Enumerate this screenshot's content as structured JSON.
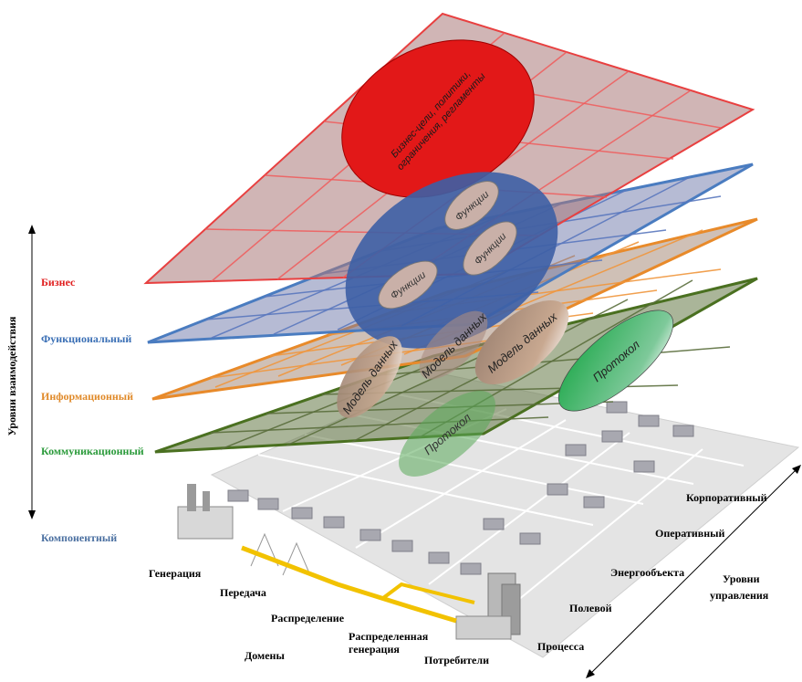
{
  "interop_axis": {
    "title": "Уровни взаимодействия",
    "levels": [
      {
        "label": "Бизнес",
        "color": "#e02020"
      },
      {
        "label": "Функциональный",
        "color": "#3a6fb5"
      },
      {
        "label": "Информационный",
        "color": "#e08a2a"
      },
      {
        "label": "Коммуникационный",
        "color": "#2a9a3a"
      },
      {
        "label": "Компонентный",
        "color": "#4a6fa0"
      }
    ]
  },
  "domains": {
    "title": "Домены",
    "items": [
      "Генерация",
      "Передача",
      "Распределение",
      "Распределенная генерация",
      "Потребители"
    ]
  },
  "zones": {
    "title": "Уровни управления",
    "items": [
      "Процесса",
      "Полевой",
      "Энергообъекта",
      "Оперативный",
      "Корпоративный"
    ]
  },
  "ellipses": {
    "business": "Бизнес-цели, политики, ограничения, регламенты",
    "functions": [
      "Функции",
      "Функции",
      "Функции"
    ],
    "data_models": [
      "Модель данных",
      "Модель данных",
      "Модель данных"
    ],
    "protocols": [
      "Протокол",
      "Протокол"
    ]
  }
}
